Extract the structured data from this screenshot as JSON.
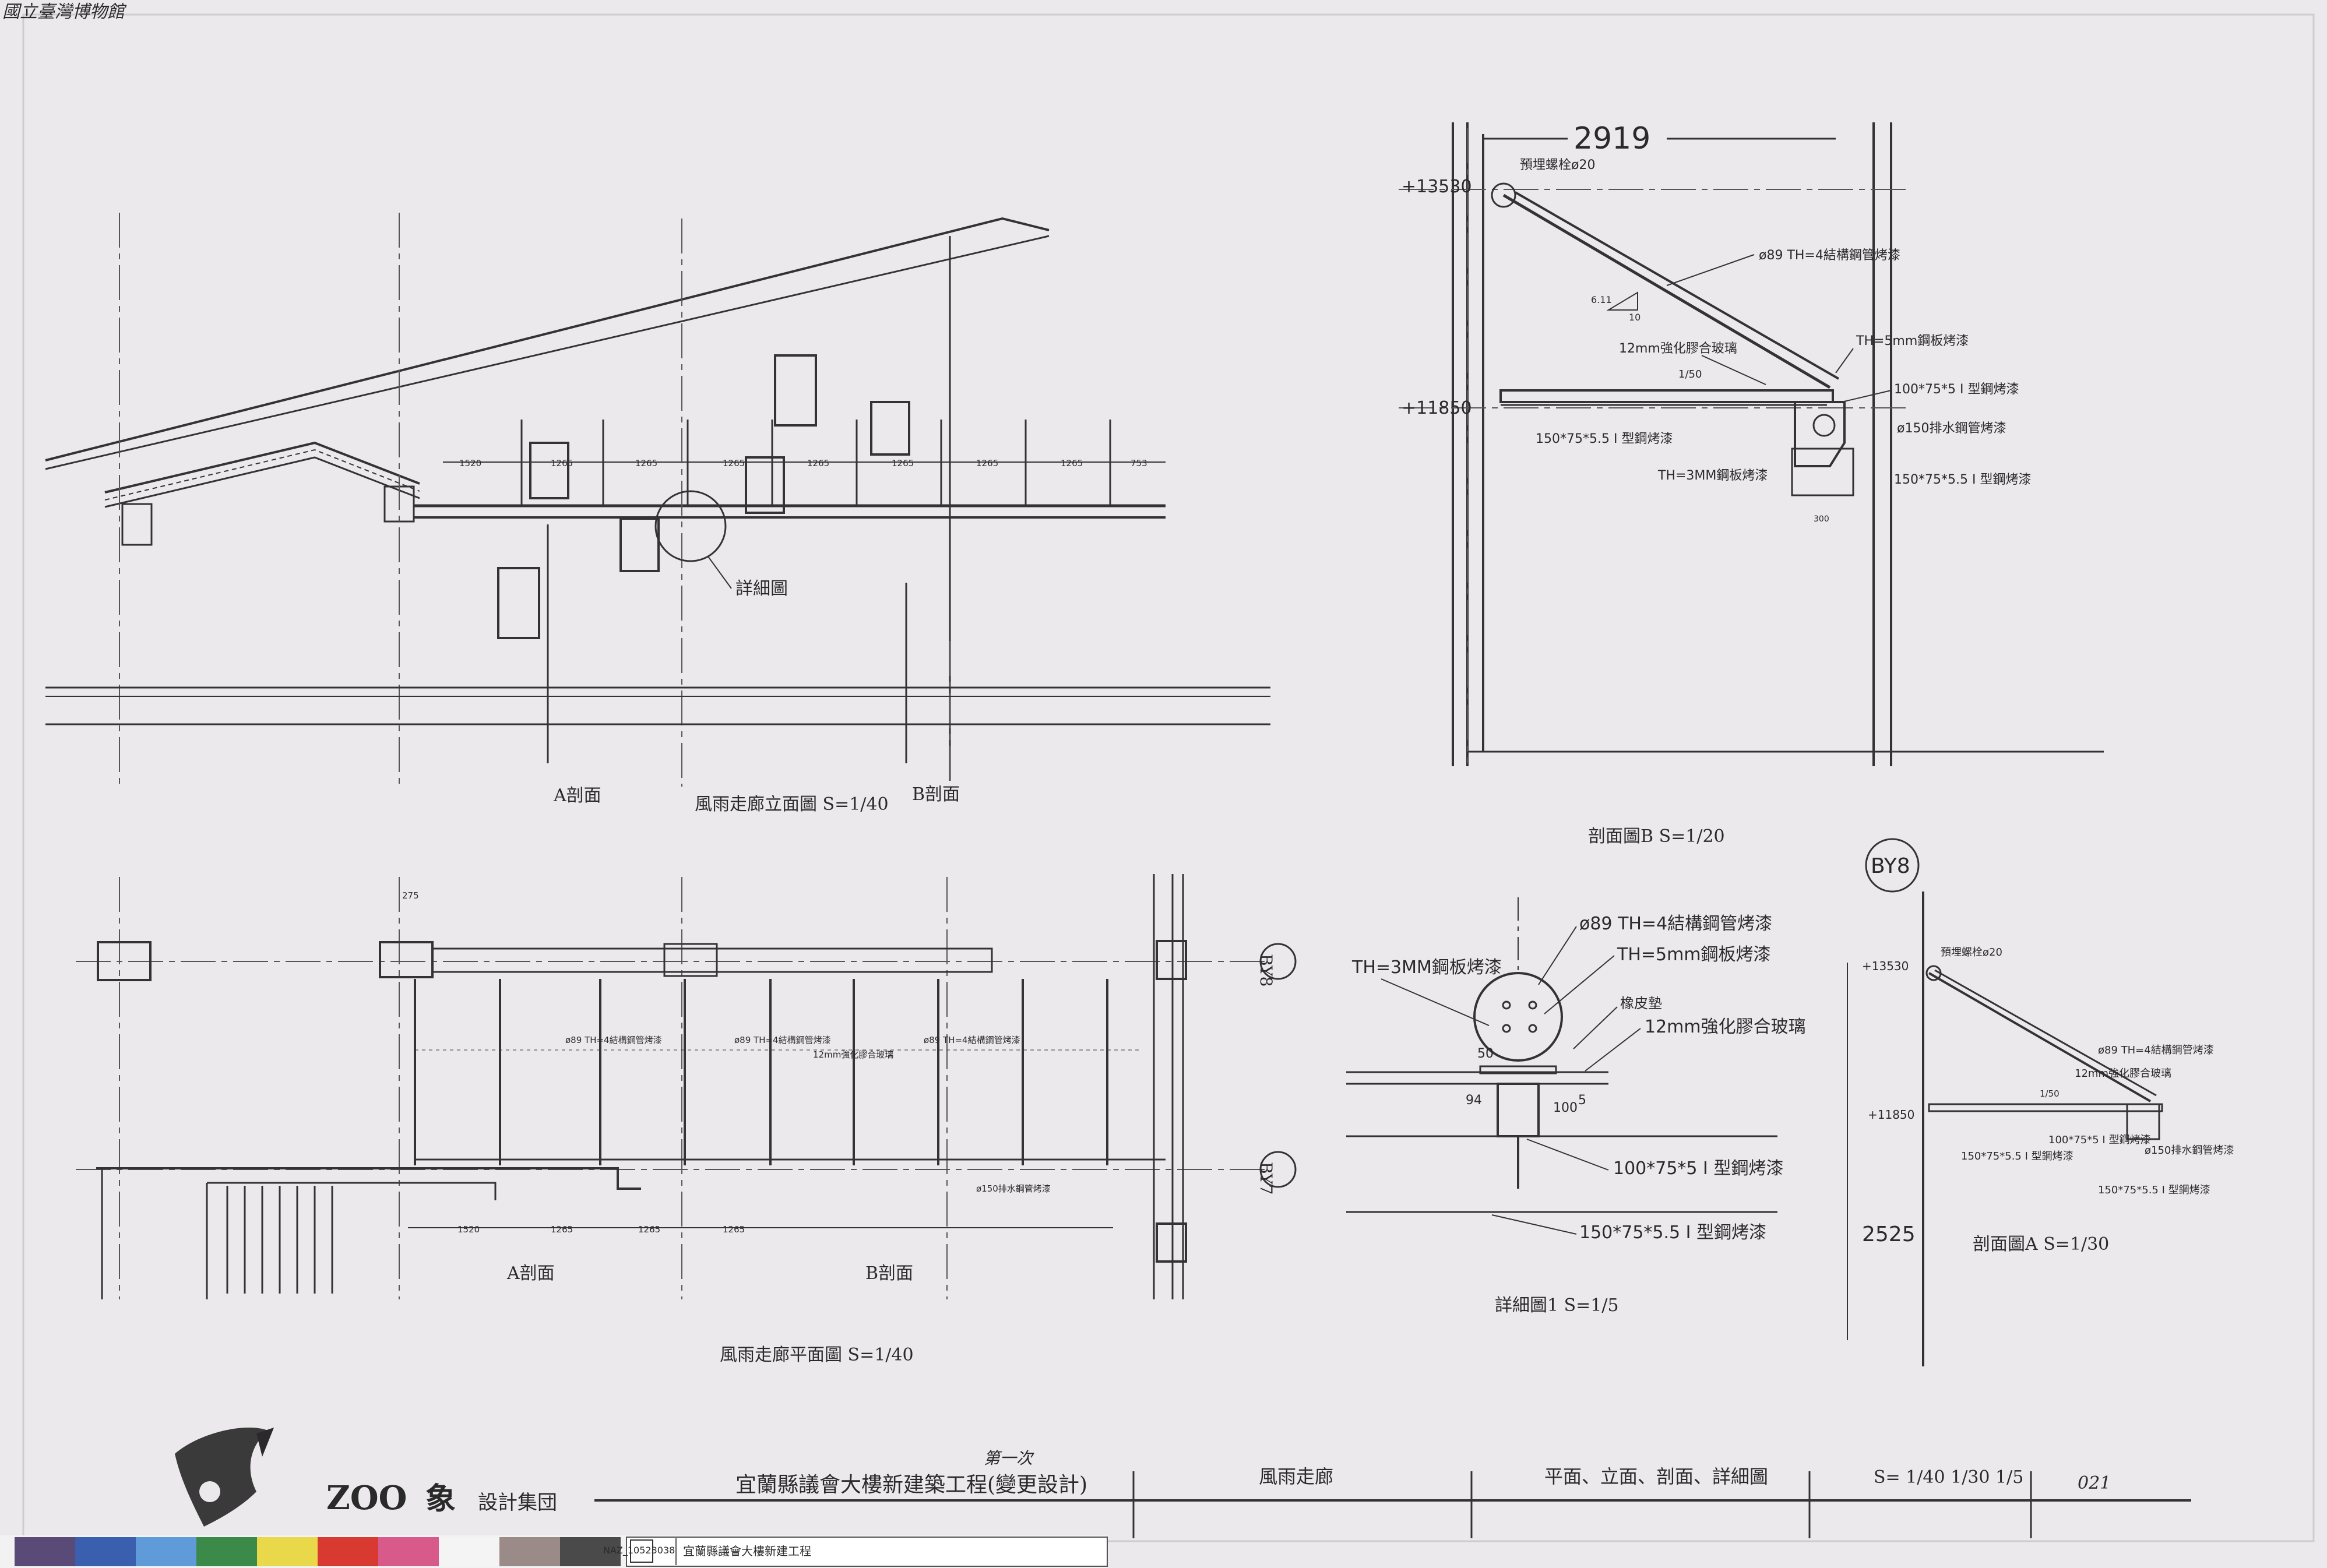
{
  "watermark": "國立臺灣博物館",
  "elevation": {
    "title": "風雨走廊立面圖 S=1/40",
    "section_a": "A剖面",
    "section_b": "B剖面",
    "detail_callout": "詳細圖",
    "dims": [
      "1520",
      "1265",
      "1265",
      "1265",
      "1265",
      "1265",
      "1265",
      "1265",
      "753"
    ]
  },
  "plan": {
    "title": "風雨走廊平面圖 S=1/40",
    "section_a": "A剖面",
    "section_b": "B剖面",
    "grid_by8": "BY8",
    "grid_by7": "BY7",
    "dim_top": "275",
    "dims": [
      "1520",
      "1265",
      "1265",
      "1265"
    ],
    "pipe_notes": [
      "ø89 TH=4結構鋼管烤漆",
      "ø89 TH=4結構鋼管烤漆",
      "ø89 TH=4結構鋼管烤漆"
    ],
    "glass_note": "12mm強化膠合玻璃",
    "drain_note": "ø150排水鋼管烤漆"
  },
  "section_b": {
    "title": "剖面圖B S=1/20",
    "span": "2919",
    "level_top": "+13530",
    "level_bottom": "+11850",
    "labels": {
      "anchor": "預埋螺栓ø20",
      "pipe": "ø89 TH=4結構鋼管烤漆",
      "slope_a": "6.11",
      "slope_b": "10",
      "glass": "12mm強化膠合玻璃",
      "plate5": "TH=5mm鋼板烤漆",
      "ratio": "1/50",
      "beam100": "100*75*5 Ⅰ 型鋼烤漆",
      "drain": "ø150排水鋼管烤漆",
      "beam150a": "150*75*5.5 Ⅰ 型鋼烤漆",
      "plate3": "TH=3MM鋼板烤漆",
      "beam150b": "150*75*5.5 Ⅰ 型鋼烤漆",
      "small_300": "300"
    }
  },
  "detail1": {
    "title": "詳細圖1 S=1/5",
    "labels": {
      "pipe": "ø89 TH=4結構鋼管烤漆",
      "plate5": "TH=5mm鋼板烤漆",
      "plate3": "TH=3MM鋼板烤漆",
      "rubber": "橡皮墊",
      "glass": "12mm強化膠合玻璃",
      "d50": "50",
      "d94": "94",
      "d100": "100",
      "d5": "5",
      "beam100": "100*75*5 Ⅰ 型鋼烤漆",
      "beam150": "150*75*5.5 Ⅰ 型鋼烤漆"
    }
  },
  "section_a": {
    "title": "剖面圖A S=1/30",
    "grid": "BY8",
    "level_top": "+13530",
    "level_bottom": "+11850",
    "height": "2525",
    "labels": {
      "anchor": "預埋螺栓ø20",
      "pipe": "ø89 TH=4結構鋼管烤漆",
      "glass": "12mm強化膠合玻璃",
      "ratio": "1/50",
      "beam100": "100*75*5 Ⅰ 型鋼烤漆",
      "drain": "ø150排水鋼管烤漆",
      "beam150a": "150*75*5.5 Ⅰ 型鋼烤漆",
      "beam150b": "150*75*5.5 Ⅰ 型鋼烤漆"
    }
  },
  "titleblock": {
    "firm_en": "ZOO",
    "firm_cn": "象",
    "firm_group": "設計集団",
    "annotation": "第一次",
    "project": "宜蘭縣議會大樓新建築工程(變更設計)",
    "drawing_name": "風雨走廊",
    "content": "平面、立面、剖面、詳細圖",
    "scale": "S= 1/40 1/30 1/5",
    "sheet_no": "021"
  },
  "footer": {
    "archive_id": "NAZ_10523038",
    "archive_title": "宜蘭縣議會大樓新建工程"
  },
  "colors": {
    "paper": "#ece9ec",
    "ink": "#2a2a2a",
    "swatches": [
      "#5a4a78",
      "#3a5fae",
      "#5e9bd8",
      "#3c8a4a",
      "#e8d84a",
      "#d83a32",
      "#d85a8a",
      "#f4f4f4",
      "#9a8a88",
      "#4a4a4a"
    ]
  }
}
